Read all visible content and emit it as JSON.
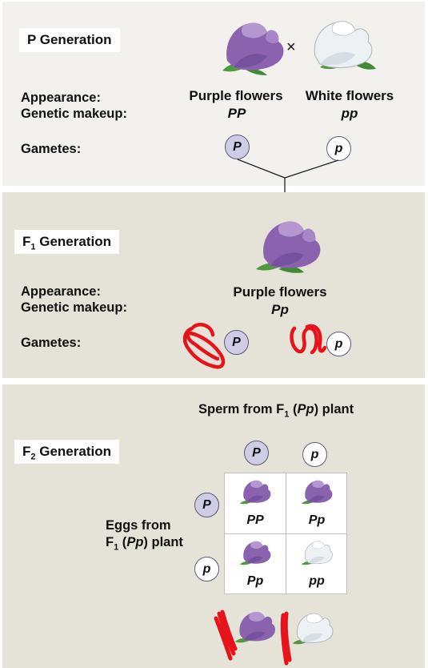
{
  "colors": {
    "purple": "#8a62ad",
    "purple_light": "#b497cf",
    "white_petal": "#eef1f4",
    "leaf": "#4f9a3e",
    "annotation_red": "#e8121a"
  },
  "p_generation": {
    "title": "P Generation",
    "cross_symbol": "×",
    "appearance_label": "Appearance:",
    "genetic_label": "Genetic makeup:",
    "gametes_label": "Gametes:",
    "left_appearance": "Purple flowers",
    "right_appearance": "White flowers",
    "left_genotype": "PP",
    "right_genotype": "pp",
    "left_gamete": "P",
    "right_gamete": "p"
  },
  "f1_generation": {
    "title_main": "F",
    "title_sub": "1",
    "title_rest": " Generation",
    "appearance_label": "Appearance:",
    "genetic_label": "Genetic makeup:",
    "gametes_label": "Gametes:",
    "appearance": "Purple flowers",
    "genotype": "Pp",
    "gamete_left": "P",
    "gamete_right": "p"
  },
  "f2_generation": {
    "title_main": "F",
    "title_sub": "2",
    "title_rest": " Generation",
    "sperm_header_a": "Sperm from F",
    "sperm_header_sub": "1",
    "sperm_header_b": " (",
    "sperm_header_geno": "Pp",
    "sperm_header_c": ") plant",
    "eggs_line1": "Eggs from",
    "eggs_line2_a": "F",
    "eggs_line2_sub": "1",
    "eggs_line2_b": " (",
    "eggs_line2_geno": "Pp",
    "eggs_line2_c": ") plant",
    "sperm_alleles": [
      "P",
      "p"
    ],
    "egg_alleles": [
      "P",
      "p"
    ],
    "punnett": [
      {
        "genotype": "PP",
        "color": "purple"
      },
      {
        "genotype": "Pp",
        "color": "purple"
      },
      {
        "genotype": "Pp",
        "color": "purple"
      },
      {
        "genotype": "pp",
        "color": "white"
      }
    ]
  }
}
